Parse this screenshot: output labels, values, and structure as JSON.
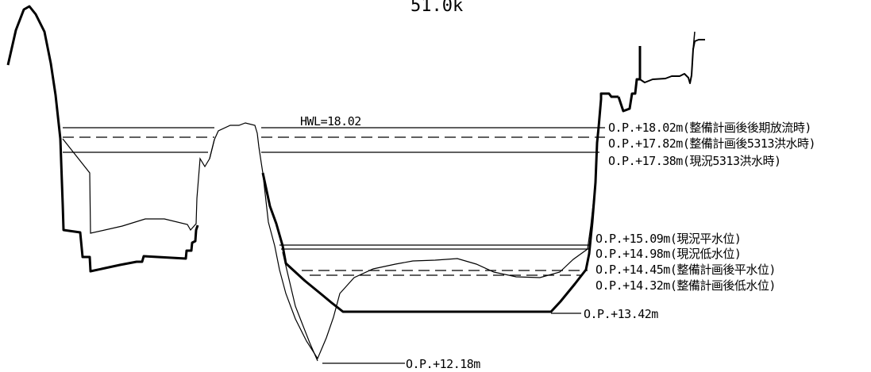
{
  "title": "51.0k",
  "hwl_label": "HWL=18.02",
  "water_levels": [
    {
      "label": "O.P.+18.02m(整備計画後後期放流時)",
      "elevation": 18.02,
      "style": "solid"
    },
    {
      "label": "O.P.+17.82m(整備計画後5313洪水時)",
      "elevation": 17.82,
      "style": "dashed"
    },
    {
      "label": "O.P.+17.38m(現況5313洪水時)",
      "elevation": 17.38,
      "style": "solid"
    },
    {
      "label": "O.P.+15.09m(現況平水位)",
      "elevation": 15.09,
      "style": "solid"
    },
    {
      "label": "O.P.+14.98m(現況低水位)",
      "elevation": 14.98,
      "style": "solid"
    },
    {
      "label": "O.P.+14.45m(整備計画後平水位)",
      "elevation": 14.45,
      "style": "dashed"
    },
    {
      "label": "O.P.+14.32m(整備計画後低水位)",
      "elevation": 14.32,
      "style": "dashed"
    }
  ],
  "bed_labels": [
    {
      "label": "O.P.+13.42m",
      "elevation": 13.42
    },
    {
      "label": "O.P.+12.18m",
      "elevation": 12.18
    }
  ],
  "colors": {
    "line": "#000000",
    "background": "#ffffff"
  }
}
